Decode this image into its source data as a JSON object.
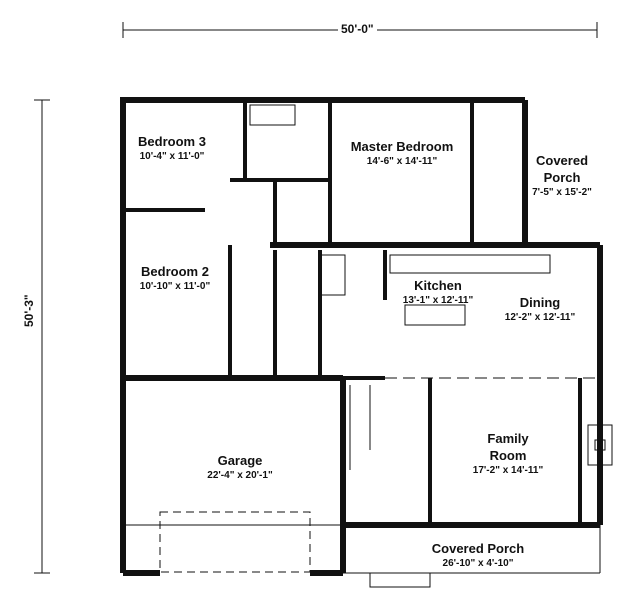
{
  "title": "Floor Plan",
  "overall": {
    "width": "50'-0\"",
    "depth": "50'-3\""
  },
  "rooms": [
    {
      "name": "Bedroom 3",
      "size": "10'-4\" x 11'-0\""
    },
    {
      "name": "Master Bedroom",
      "size": "14'-6\" x 14'-11\""
    },
    {
      "name": "Covered Porch",
      "size": "7'-5\" x 15'-2\""
    },
    {
      "name": "Bedroom 2",
      "size": "10'-10\" x 11'-0\""
    },
    {
      "name": "Kitchen",
      "size": "13'-1\" x 12'-11\""
    },
    {
      "name": "Dining",
      "size": "12'-2\" x 12'-11\""
    },
    {
      "name": "Garage",
      "size": "22'-4\" x 20'-1\""
    },
    {
      "name": "Family Room",
      "size": "17'-2\" x 14'-11\""
    },
    {
      "name": "Covered Porch",
      "size": "26'-10\" x 4'-10\""
    }
  ],
  "colors": {
    "wall": "#111111",
    "background": "#ffffff"
  }
}
